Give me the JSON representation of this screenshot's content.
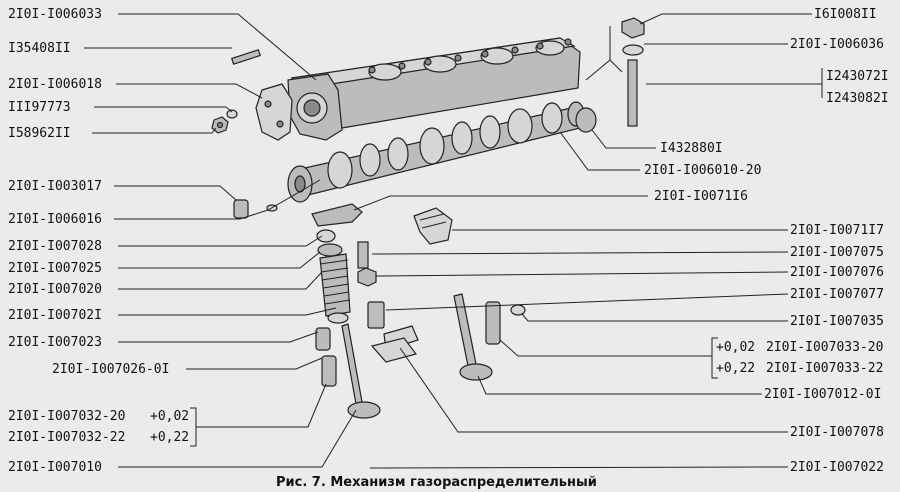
{
  "caption": "Рис. 7. Механизм газораспределительный",
  "labels": {
    "l01": "2I0I-I006033",
    "l02": "I35408II",
    "l03": "2I0I-I006018",
    "l04": "III97773",
    "l05": "I58962II",
    "l06": "2I0I-I003017",
    "l07": "2I0I-I006016",
    "l08": "2I0I-I007028",
    "l09": "2I0I-I007025",
    "l10": "2I0I-I007020",
    "l11": "2I0I-I00702I",
    "l12": "2I0I-I007023",
    "l13": "2I0I-I007026-0I",
    "l14a": "2I0I-I007032-20",
    "l14b": "+0,02",
    "l15a": "2I0I-I007032-22",
    "l15b": "+0,22",
    "l16": "2I0I-I007010",
    "r01": "I6I008II",
    "r02": "2I0I-I006036",
    "r03": "I243072I",
    "r04": "I243082I",
    "r05": "I432880I",
    "r06": "2I0I-I006010-20",
    "r07": "2I0I-I0071I6",
    "r08": "2I0I-I0071I7",
    "r09": "2I0I-I007075",
    "r10": "2I0I-I007076",
    "r11": "2I0I-I007077",
    "r12": "2I0I-I007035",
    "r13a": "+0,02",
    "r13b": "2I0I-I007033-20",
    "r14a": "+0,22",
    "r14b": "2I0I-I007033-22",
    "r15": "2I0I-I007012-0I",
    "r16": "2I0I-I007078",
    "r17": "2I0I-I007022"
  }
}
